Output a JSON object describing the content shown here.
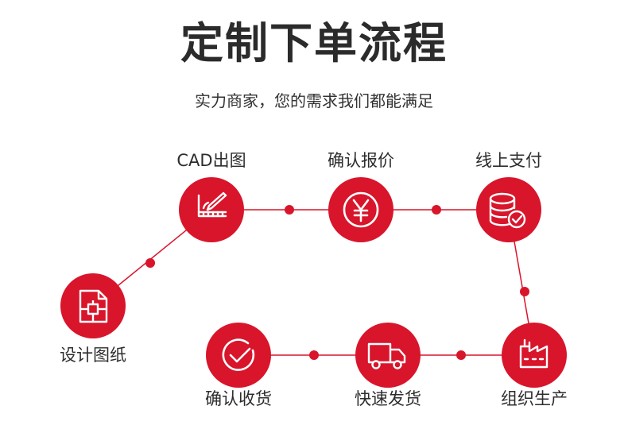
{
  "header": {
    "title": "定制下单流程",
    "subtitle": "实力商家，您的需求我们都能满足"
  },
  "colors": {
    "accent": "#d8152b",
    "line": "#d8152b",
    "text": "#2d2d2d"
  },
  "steps": [
    {
      "id": "design",
      "label": "设计图纸",
      "icon": "design-drawing-icon"
    },
    {
      "id": "cad",
      "label": "CAD出图",
      "icon": "cad-ruler-pen-icon"
    },
    {
      "id": "quote",
      "label": "确认报价",
      "icon": "yen-coin-icon"
    },
    {
      "id": "pay",
      "label": "线上支付",
      "icon": "database-check-icon"
    },
    {
      "id": "produce",
      "label": "组织生产",
      "icon": "factory-icon"
    },
    {
      "id": "ship",
      "label": "快速发货",
      "icon": "delivery-truck-icon"
    },
    {
      "id": "receive",
      "label": "确认收货",
      "icon": "check-circle-icon"
    }
  ]
}
